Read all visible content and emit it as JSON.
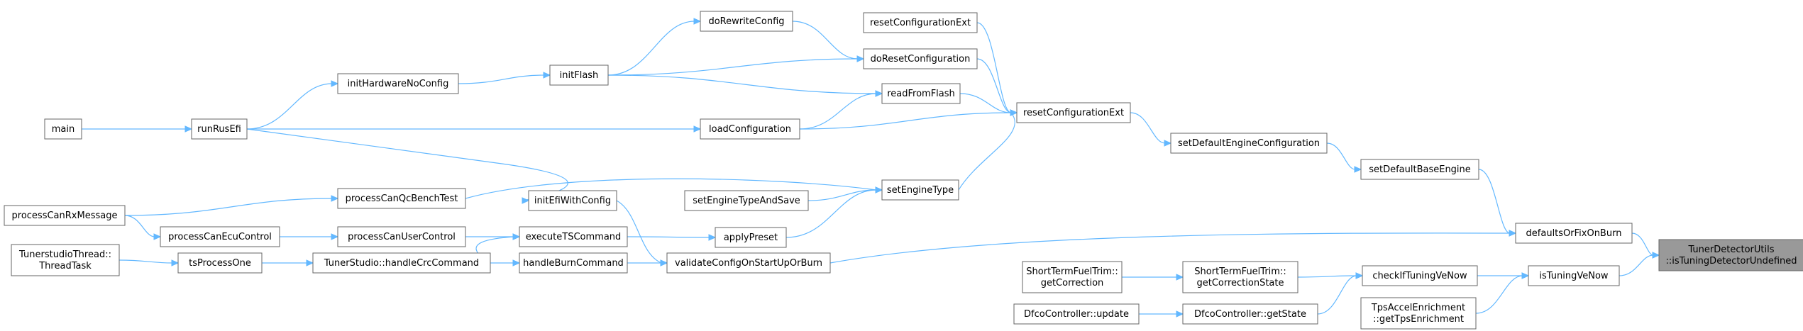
{
  "nodes": [
    {
      "id": "main",
      "lines": [
        "main"
      ]
    },
    {
      "id": "runRusEfi",
      "lines": [
        "runRusEfi"
      ]
    },
    {
      "id": "initHardwareNoConfig",
      "lines": [
        "initHardwareNoConfig"
      ]
    },
    {
      "id": "initFlash",
      "lines": [
        "initFlash"
      ]
    },
    {
      "id": "doRewriteConfig",
      "lines": [
        "doRewriteConfig"
      ]
    },
    {
      "id": "resetConfigurationExt1",
      "lines": [
        "resetConfigurationExt"
      ]
    },
    {
      "id": "doResetConfiguration",
      "lines": [
        "doResetConfiguration"
      ]
    },
    {
      "id": "readFromFlash",
      "lines": [
        "readFromFlash"
      ]
    },
    {
      "id": "loadConfiguration",
      "lines": [
        "loadConfiguration"
      ]
    },
    {
      "id": "resetConfigurationExt2",
      "lines": [
        "resetConfigurationExt"
      ]
    },
    {
      "id": "setDefaultEngineConfiguration",
      "lines": [
        "setDefaultEngineConfiguration"
      ]
    },
    {
      "id": "setDefaultBaseEngine",
      "lines": [
        "setDefaultBaseEngine"
      ]
    },
    {
      "id": "processCanRxMessage",
      "lines": [
        "processCanRxMessage"
      ]
    },
    {
      "id": "processCanQcBenchTest",
      "lines": [
        "processCanQcBenchTest"
      ]
    },
    {
      "id": "initEfiWithConfig",
      "lines": [
        "initEfiWithConfig"
      ]
    },
    {
      "id": "setEngineTypeAndSave",
      "lines": [
        "setEngineTypeAndSave"
      ]
    },
    {
      "id": "setEngineType",
      "lines": [
        "setEngineType"
      ]
    },
    {
      "id": "processCanEcuControl",
      "lines": [
        "processCanEcuControl"
      ]
    },
    {
      "id": "processCanUserControl",
      "lines": [
        "processCanUserControl"
      ]
    },
    {
      "id": "executeTSCommand",
      "lines": [
        "executeTSCommand"
      ]
    },
    {
      "id": "applyPreset",
      "lines": [
        "applyPreset"
      ]
    },
    {
      "id": "TunerstudioThread",
      "lines": [
        "TunerstudioThread::",
        "ThreadTask"
      ]
    },
    {
      "id": "tsProcessOne",
      "lines": [
        "tsProcessOne"
      ]
    },
    {
      "id": "handleCrcCommand",
      "lines": [
        "TunerStudio::handleCrcCommand"
      ]
    },
    {
      "id": "handleBurnCommand",
      "lines": [
        "handleBurnCommand"
      ]
    },
    {
      "id": "validateConfigOnStartUpOrBurn",
      "lines": [
        "validateConfigOnStartUpOrBurn"
      ]
    },
    {
      "id": "defaultsOrFixOnBurn",
      "lines": [
        "defaultsOrFixOnBurn"
      ]
    },
    {
      "id": "TunerDetectorUtils",
      "lines": [
        "TunerDetectorUtils",
        "::isTuningDetectorUndefined"
      ],
      "root": true
    },
    {
      "id": "stftGetCorrection",
      "lines": [
        "ShortTermFuelTrim::",
        "getCorrection"
      ]
    },
    {
      "id": "stftGetCorrectionState",
      "lines": [
        "ShortTermFuelTrim::",
        "getCorrectionState"
      ]
    },
    {
      "id": "checkIfTuningVeNow",
      "lines": [
        "checkIfTuningVeNow"
      ]
    },
    {
      "id": "isTuningVeNow",
      "lines": [
        "isTuningVeNow"
      ]
    },
    {
      "id": "dfcoUpdate",
      "lines": [
        "DfcoController::update"
      ]
    },
    {
      "id": "dfcoGetState",
      "lines": [
        "DfcoController::getState"
      ]
    },
    {
      "id": "tpsAccel",
      "lines": [
        "TpsAccelEnrichment",
        "::getTpsEnrichment"
      ]
    }
  ],
  "edges": [
    {
      "from": "main",
      "to": "runRusEfi"
    },
    {
      "from": "runRusEfi",
      "to": "initHardwareNoConfig"
    },
    {
      "from": "initHardwareNoConfig",
      "to": "initFlash"
    },
    {
      "from": "initFlash",
      "to": "doRewriteConfig"
    },
    {
      "from": "initFlash",
      "to": "doResetConfiguration"
    },
    {
      "from": "initFlash",
      "to": "readFromFlash"
    },
    {
      "from": "runRusEfi",
      "to": "loadConfiguration"
    },
    {
      "from": "runRusEfi",
      "to": "initEfiWithConfig"
    },
    {
      "from": "doRewriteConfig",
      "to": "doResetConfiguration"
    },
    {
      "from": "resetConfigurationExt1",
      "to": "resetConfigurationExt2"
    },
    {
      "from": "doResetConfiguration",
      "to": "resetConfigurationExt2"
    },
    {
      "from": "readFromFlash",
      "to": "resetConfigurationExt2"
    },
    {
      "from": "loadConfiguration",
      "to": "readFromFlash"
    },
    {
      "from": "loadConfiguration",
      "to": "resetConfigurationExt2"
    },
    {
      "from": "setEngineType",
      "to": "resetConfigurationExt2"
    },
    {
      "from": "resetConfigurationExt2",
      "to": "setDefaultEngineConfiguration"
    },
    {
      "from": "setDefaultEngineConfiguration",
      "to": "setDefaultBaseEngine"
    },
    {
      "from": "setDefaultBaseEngine",
      "to": "defaultsOrFixOnBurn"
    },
    {
      "from": "processCanRxMessage",
      "to": "processCanQcBenchTest"
    },
    {
      "from": "processCanRxMessage",
      "to": "processCanEcuControl"
    },
    {
      "from": "processCanQcBenchTest",
      "to": "setEngineType"
    },
    {
      "from": "setEngineTypeAndSave",
      "to": "setEngineType"
    },
    {
      "from": "applyPreset",
      "to": "setEngineType"
    },
    {
      "from": "processCanEcuControl",
      "to": "processCanUserControl"
    },
    {
      "from": "processCanUserControl",
      "to": "executeTSCommand"
    },
    {
      "from": "executeTSCommand",
      "to": "applyPreset"
    },
    {
      "from": "TunerstudioThread",
      "to": "tsProcessOne"
    },
    {
      "from": "tsProcessOne",
      "to": "handleCrcCommand"
    },
    {
      "from": "handleCrcCommand",
      "to": "executeTSCommand"
    },
    {
      "from": "handleCrcCommand",
      "to": "handleBurnCommand"
    },
    {
      "from": "handleBurnCommand",
      "to": "validateConfigOnStartUpOrBurn"
    },
    {
      "from": "initEfiWithConfig",
      "to": "validateConfigOnStartUpOrBurn"
    },
    {
      "from": "validateConfigOnStartUpOrBurn",
      "to": "defaultsOrFixOnBurn"
    },
    {
      "from": "defaultsOrFixOnBurn",
      "to": "TunerDetectorUtils"
    },
    {
      "from": "stftGetCorrection",
      "to": "stftGetCorrectionState"
    },
    {
      "from": "stftGetCorrectionState",
      "to": "checkIfTuningVeNow"
    },
    {
      "from": "dfcoUpdate",
      "to": "dfcoGetState"
    },
    {
      "from": "dfcoGetState",
      "to": "checkIfTuningVeNow"
    },
    {
      "from": "checkIfTuningVeNow",
      "to": "isTuningVeNow"
    },
    {
      "from": "tpsAccel",
      "to": "isTuningVeNow"
    },
    {
      "from": "isTuningVeNow",
      "to": "TunerDetectorUtils"
    }
  ]
}
